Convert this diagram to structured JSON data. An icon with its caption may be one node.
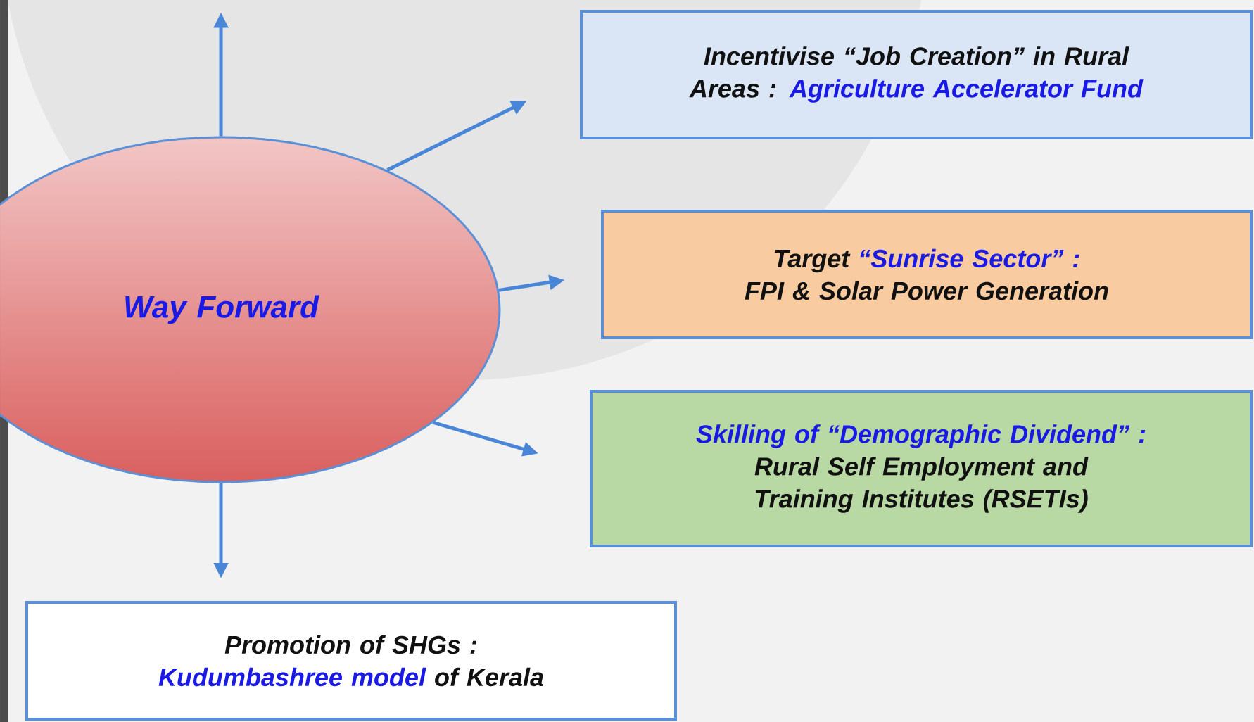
{
  "diagram": {
    "nodes": [
      {
        "text": [
          "Way Forward"
        ]
      },
      {
        "text": [
          "Incentivise “Job Creation” in Rural Areas :",
          "Agriculture Accelerator Fund"
        ]
      },
      {
        "text": [
          "Target",
          "“Sunrise Sector” :",
          "FPI & Solar Power Generation"
        ]
      },
      {
        "text": [
          "Skilling of “Demographic Dividend” :",
          "Rural Self Employment and Training Institutes (RSETIs)"
        ]
      },
      {
        "text": [
          "Promotion of SHGs :",
          "Kudumbashree model",
          "of Kerala"
        ]
      }
    ],
    "edges": [
      {
        "from": 0,
        "to": null,
        "arrow": "to"
      },
      {
        "from": 0,
        "to": 1,
        "arrow": "to"
      },
      {
        "from": 0,
        "to": 2,
        "arrow": "to"
      },
      {
        "from": 0,
        "to": 3,
        "arrow": "to"
      },
      {
        "from": 0,
        "to": 4,
        "arrow": "to"
      }
    ]
  }
}
